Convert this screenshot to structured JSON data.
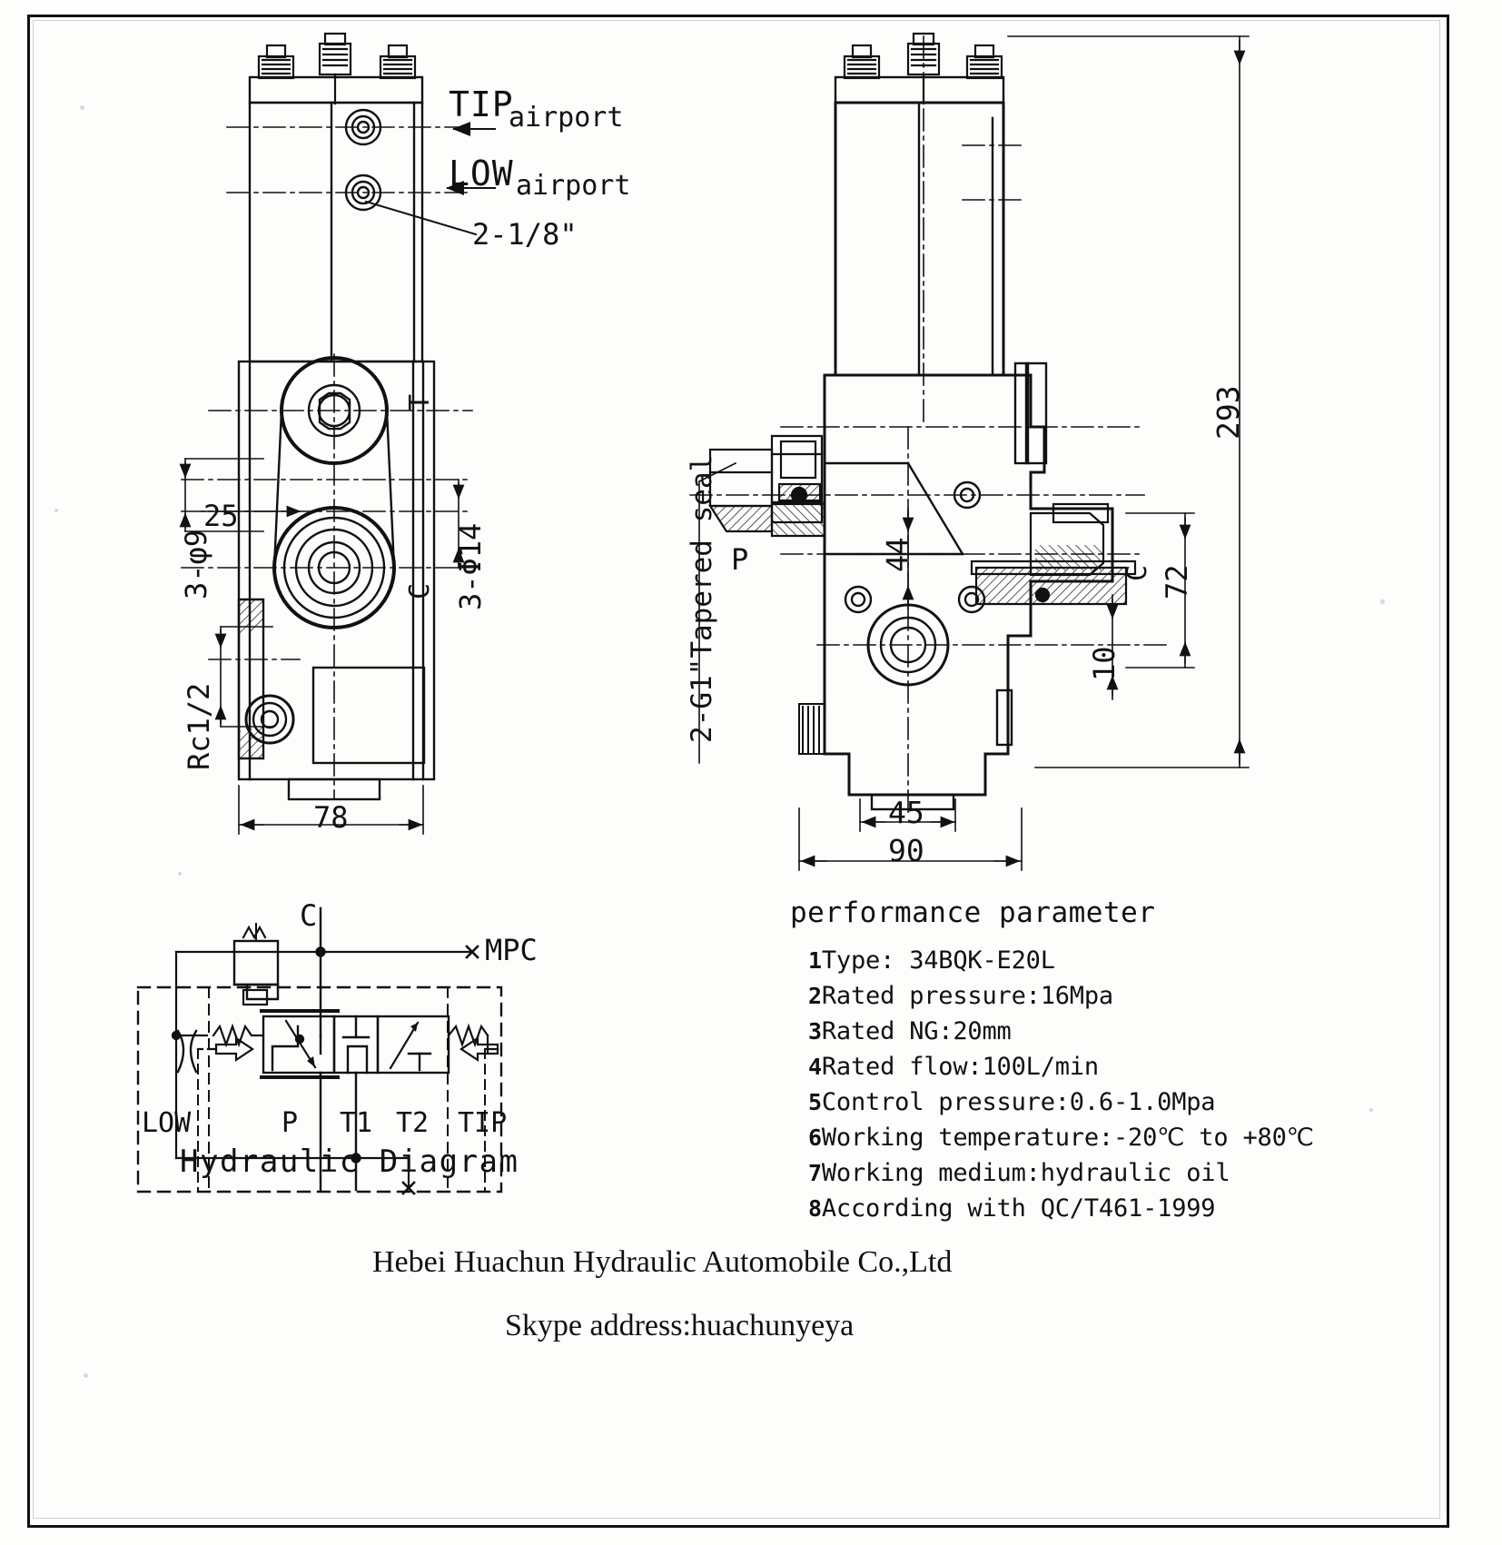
{
  "drawing": {
    "title": "34BQK-E20L hydraulic valve assembly drawing",
    "left_view": {
      "callouts": {
        "tip_airport": "TIP",
        "tip_airport_sub": "airport",
        "low_airport": "LOW",
        "low_airport_sub": "airport",
        "thread_note": "2-1/8\"",
        "port_t": "T",
        "port_c": "C"
      },
      "dimensions": {
        "hole_small": "3-φ9",
        "hole_large": "3-Φ14",
        "offset_25": "25",
        "rc_thread": "Rc1/2",
        "width_78": "78"
      }
    },
    "right_view": {
      "callouts": {
        "tapered_seal": "2-G1\"Tapered seal",
        "port_p": "P",
        "port_c": "C"
      },
      "dimensions": {
        "height_293": "293",
        "height_72": "72",
        "height_44": "44",
        "height_10": "10",
        "width_45": "45",
        "width_90": "90"
      }
    },
    "hydraulic_diagram": {
      "caption": "Hydraulic Diagram",
      "ports": {
        "c": "C",
        "mpc": "MPC",
        "low": "LOW",
        "p": "P",
        "t1": "T1",
        "t2": "T2",
        "tip": "TIP"
      }
    }
  },
  "performance": {
    "heading": "performance parameter",
    "items": [
      {
        "num": "1",
        "text": "Type: 34BQK-E20L"
      },
      {
        "num": "2",
        "text": "Rated pressure:16Mpa"
      },
      {
        "num": "3",
        "text": "Rated NG:20mm"
      },
      {
        "num": "4",
        "text": "Rated flow:100L/min"
      },
      {
        "num": "5",
        "text": "Control pressure:0.6-1.0Mpa"
      },
      {
        "num": "6",
        "text": "Working temperature:-20℃ to +80℃"
      },
      {
        "num": "7",
        "text": "Working medium:hydraulic oil"
      },
      {
        "num": "8",
        "text": "According with QC/T461-1999"
      }
    ]
  },
  "footer": {
    "company": "Hebei Huachun Hydraulic Automobile Co.,Ltd",
    "skype": "Skype address:huachunyeya"
  },
  "colors": {
    "ink": "#111111",
    "paper": "#fdfdfc"
  }
}
